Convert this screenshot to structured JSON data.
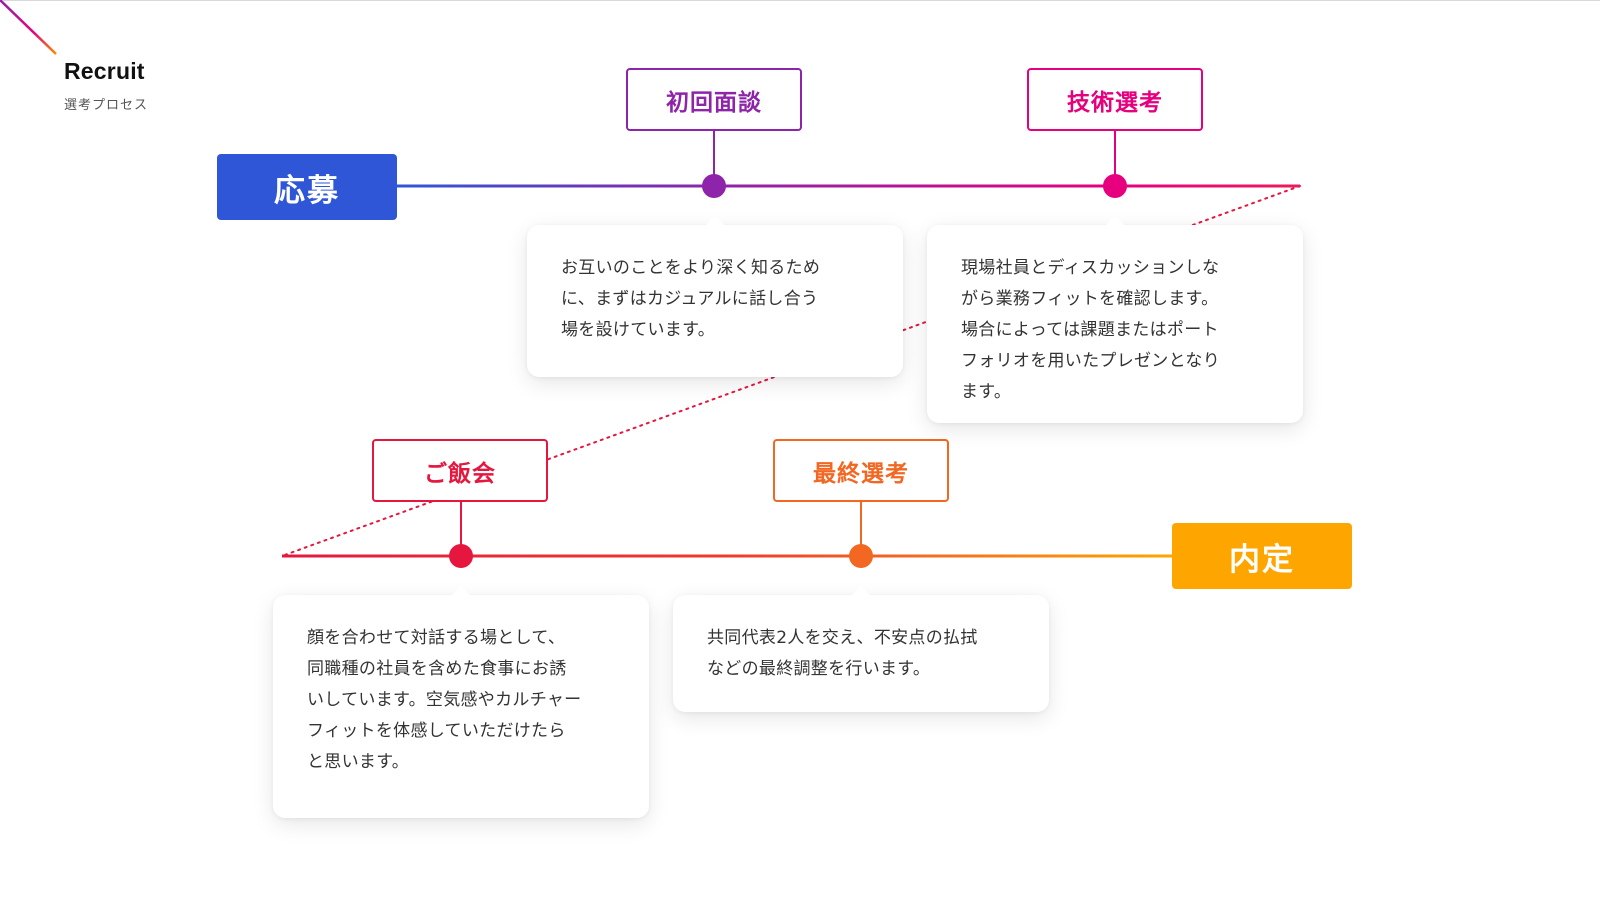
{
  "header": {
    "title": "Recruit",
    "subtitle": "選考プロセス"
  },
  "start": {
    "label": "応募",
    "color": "#2f56d6"
  },
  "end": {
    "label": "内定",
    "color": "#ffa500"
  },
  "steps": [
    {
      "label": "初回面談",
      "color": "#8e24aa",
      "description": "お互いのことをより深く知るため\nに、まずはカジュアルに話し合う\n場を設けています。"
    },
    {
      "label": "技術選考",
      "color": "#e6007e",
      "description": "現場社員とディスカッションしな\nがら業務フィットを確認します。\n場合によっては課題またはポート\nフォリオを用いたプレゼンとなり\nます。"
    },
    {
      "label": "ご飯会",
      "color": "#e5173f",
      "description": "顔を合わせて対話する場として、\n同職種の社員を含めた食事にお誘\nいしています。空気感やカルチャー\nフィットを体感していただけたら\nと思います。"
    },
    {
      "label": "最終選考",
      "color": "#f26722",
      "description": "共同代表2人を交え、不安点の払拭\nなどの最終調整を行います。"
    }
  ]
}
